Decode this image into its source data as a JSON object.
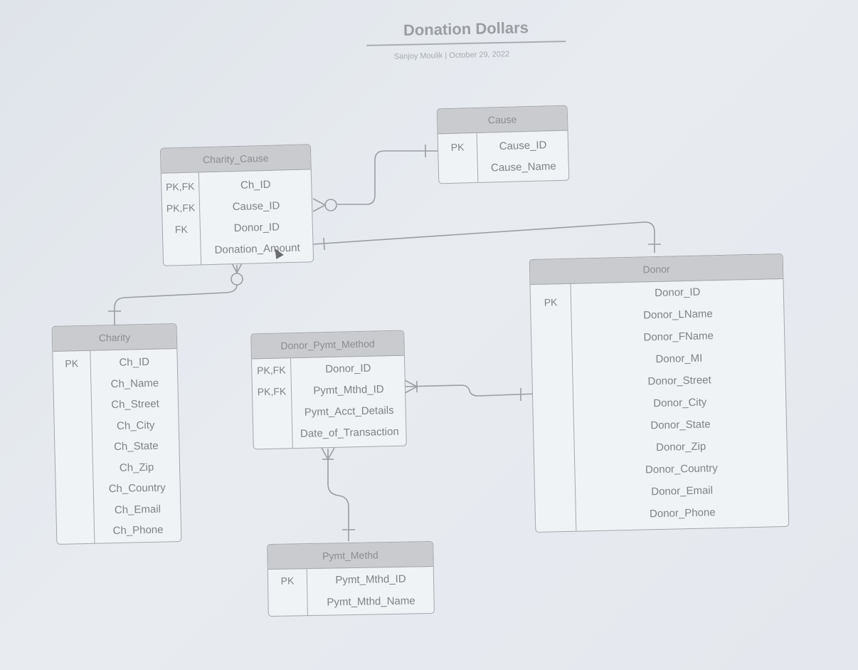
{
  "title": "Donation Dollars",
  "subtitle": "Sanjoy Moulik  |  October 29, 2022",
  "entities": {
    "charity_cause": {
      "name": "Charity_Cause",
      "rows": [
        {
          "key": "PK,FK",
          "attr": "Ch_ID"
        },
        {
          "key": "PK,FK",
          "attr": "Cause_ID"
        },
        {
          "key": "FK",
          "attr": "Donor_ID"
        },
        {
          "key": "",
          "attr": "Donation_Amount"
        }
      ]
    },
    "cause": {
      "name": "Cause",
      "rows": [
        {
          "key": "PK",
          "attr": "Cause_ID"
        },
        {
          "key": "",
          "attr": "Cause_Name"
        }
      ]
    },
    "donor": {
      "name": "Donor",
      "rows": [
        {
          "key": "PK",
          "attr": "Donor_ID"
        },
        {
          "key": "",
          "attr": "Donor_LName"
        },
        {
          "key": "",
          "attr": "Donor_FName"
        },
        {
          "key": "",
          "attr": "Donor_MI"
        },
        {
          "key": "",
          "attr": "Donor_Street"
        },
        {
          "key": "",
          "attr": "Donor_City"
        },
        {
          "key": "",
          "attr": "Donor_State"
        },
        {
          "key": "",
          "attr": "Donor_Zip"
        },
        {
          "key": "",
          "attr": "Donor_Country"
        },
        {
          "key": "",
          "attr": "Donor_Email"
        },
        {
          "key": "",
          "attr": "Donor_Phone"
        }
      ]
    },
    "charity": {
      "name": "Charity",
      "rows": [
        {
          "key": "PK",
          "attr": "Ch_ID"
        },
        {
          "key": "",
          "attr": "Ch_Name"
        },
        {
          "key": "",
          "attr": "Ch_Street"
        },
        {
          "key": "",
          "attr": "Ch_City"
        },
        {
          "key": "",
          "attr": "Ch_State"
        },
        {
          "key": "",
          "attr": "Ch_Zip"
        },
        {
          "key": "",
          "attr": "Ch_Country"
        },
        {
          "key": "",
          "attr": "Ch_Email"
        },
        {
          "key": "",
          "attr": "Ch_Phone"
        }
      ]
    },
    "donor_pymt_method": {
      "name": "Donor_Pymt_Method",
      "rows": [
        {
          "key": "PK,FK",
          "attr": "Donor_ID"
        },
        {
          "key": "PK,FK",
          "attr": "Pymt_Mthd_ID"
        },
        {
          "key": "",
          "attr": "Pymt_Acct_Details"
        },
        {
          "key": "",
          "attr": "Date_of_Transaction"
        }
      ]
    },
    "pymt_methd": {
      "name": "Pymt_Methd",
      "rows": [
        {
          "key": "PK",
          "attr": "Pymt_Mthd_ID"
        },
        {
          "key": "",
          "attr": "Pymt_Mthd_Name"
        }
      ]
    }
  },
  "relationships": [
    {
      "from": "Charity_Cause",
      "to": "Cause",
      "from_end": "zero-or-many",
      "to_end": "one"
    },
    {
      "from": "Charity_Cause",
      "to": "Donor",
      "from_end": "one",
      "to_end": "one"
    },
    {
      "from": "Charity_Cause",
      "to": "Charity",
      "from_end": "zero-or-many",
      "to_end": "one"
    },
    {
      "from": "Donor_Pymt_Method",
      "to": "Donor",
      "from_end": "many",
      "to_end": "one"
    },
    {
      "from": "Donor_Pymt_Method",
      "to": "Pymt_Methd",
      "from_end": "many",
      "to_end": "one"
    }
  ],
  "colors": {
    "line": "#9a9da2",
    "header": "#c9cbce",
    "background": "#e4e8ee"
  }
}
